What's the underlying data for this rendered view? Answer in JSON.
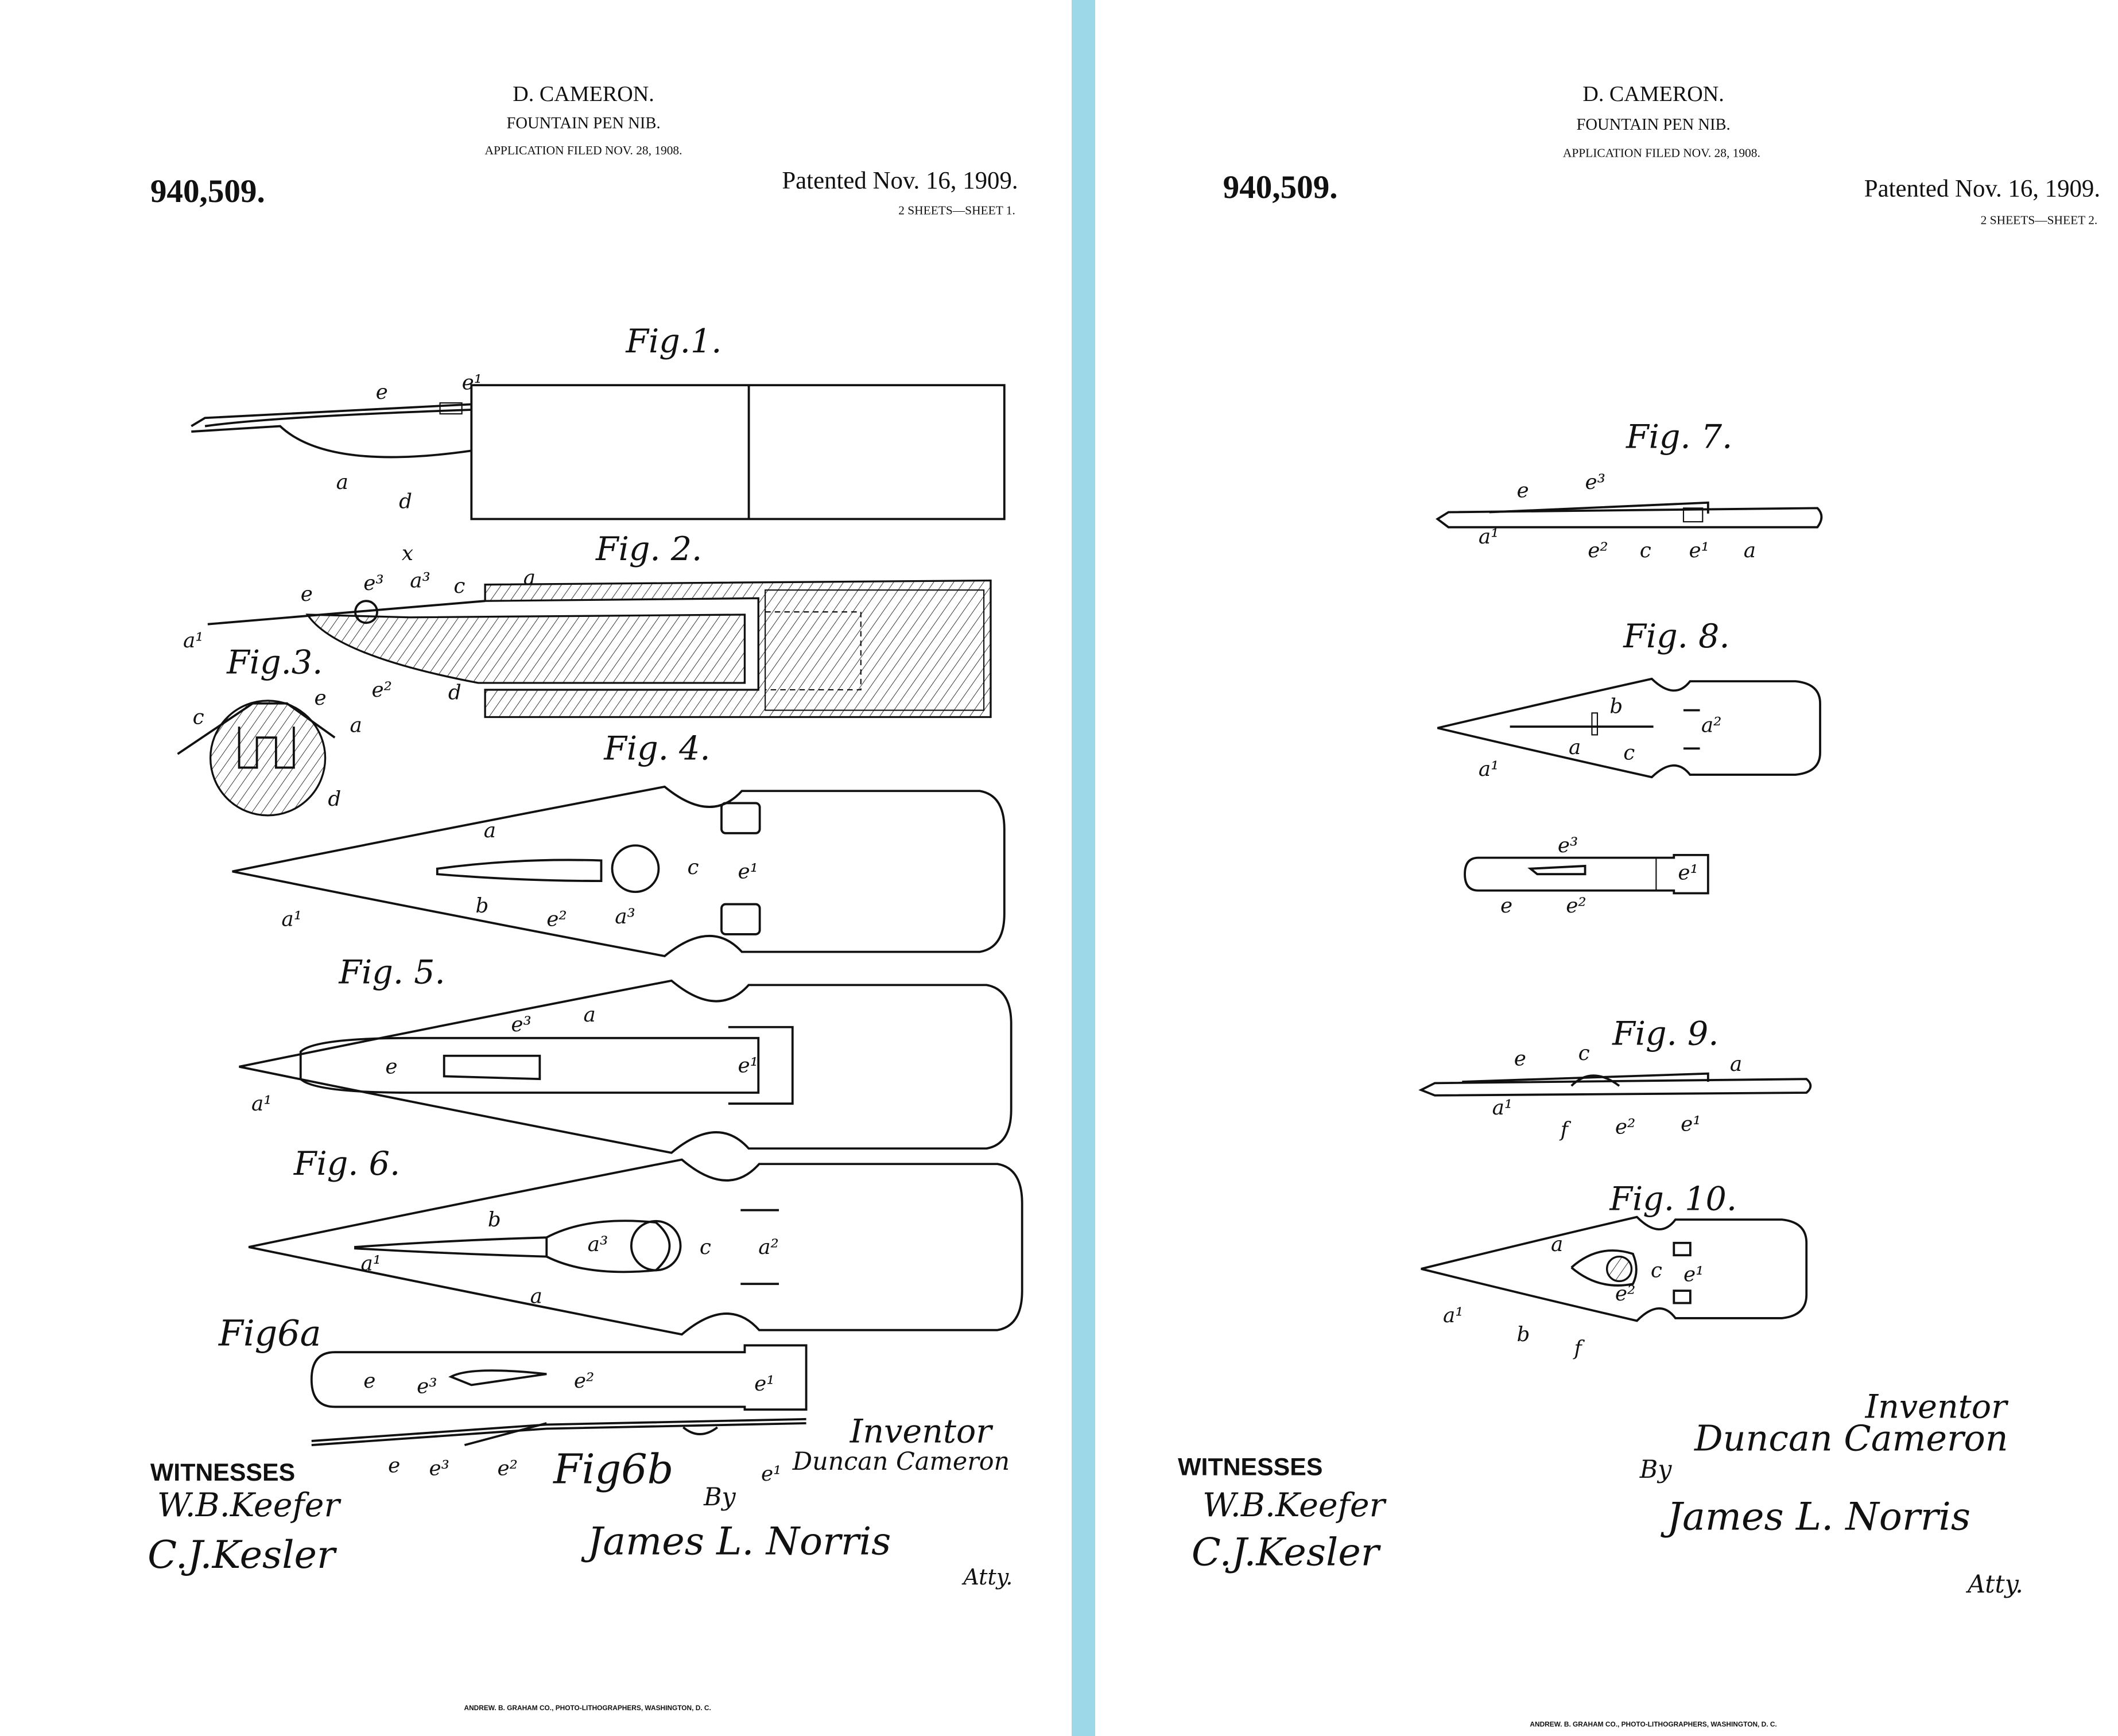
{
  "sheet1": {
    "inventor_name": "D. CAMERON.",
    "title": "FOUNTAIN PEN NIB.",
    "filed": "APPLICATION FILED NOV. 28, 1908.",
    "patent_number": "940,509.",
    "patented": "Patented Nov. 16, 1909.",
    "sheets": "2 SHEETS—SHEET 1.",
    "figures": {
      "fig1": "Fig.1.",
      "fig2": "Fig. 2.",
      "fig3": "Fig.3.",
      "fig4": "Fig. 4.",
      "fig5": "Fig. 5.",
      "fig6": "Fig. 6.",
      "fig6a": "Fig6a",
      "fig6b": "Fig6b"
    },
    "witnesses_label": "WITNESSES",
    "witness1": "W.B.Keefer",
    "witness2": "C.J.Kesler",
    "inventor_label": "Inventor",
    "inventor_signature": "Duncan Cameron",
    "by": "By",
    "attorney_signature": "James L. Norris",
    "atty": "Atty.",
    "footer": "ANDREW. B. GRAHAM CO., PHOTO-LITHOGRAPHERS, WASHINGTON, D. C."
  },
  "sheet2": {
    "inventor_name": "D. CAMERON.",
    "title": "FOUNTAIN PEN NIB.",
    "filed": "APPLICATION FILED NOV. 28, 1908.",
    "patent_number": "940,509.",
    "patented": "Patented Nov. 16, 1909.",
    "sheets": "2 SHEETS—SHEET 2.",
    "figures": {
      "fig7": "Fig. 7.",
      "fig8": "Fig. 8.",
      "fig9": "Fig. 9.",
      "fig10": "Fig. 10."
    },
    "witnesses_label": "WITNESSES",
    "witness1": "W.B.Keefer",
    "witness2": "C.J.Kesler",
    "inventor_label": "Inventor",
    "inventor_signature": "Duncan Cameron",
    "by": "By",
    "attorney_signature": "James L. Norris",
    "atty": "Atty.",
    "footer": "ANDREW. B. GRAHAM CO., PHOTO-LITHOGRAPHERS, WASHINGTON, D. C."
  },
  "parts": {
    "a": "a",
    "a1": "a¹",
    "a2": "a²",
    "a3": "a³",
    "b": "b",
    "c": "c",
    "d": "d",
    "e": "e",
    "e1": "e¹",
    "e2": "e²",
    "e3": "e³",
    "f": "f",
    "x": "x"
  },
  "colors": {
    "divider": "#9dd8e8",
    "ink": "#111111",
    "paper": "#ffffff"
  }
}
